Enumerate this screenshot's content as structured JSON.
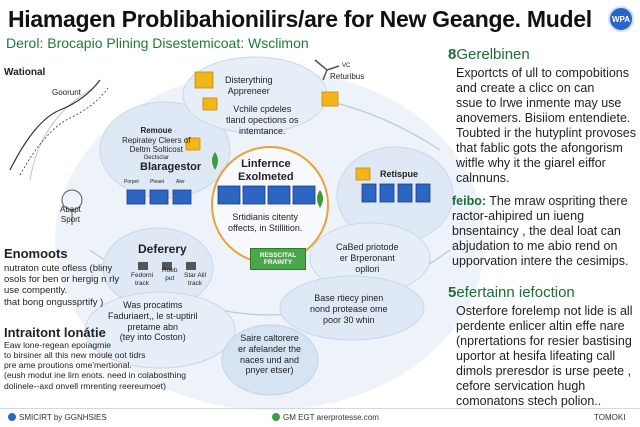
{
  "header": {
    "title": "Hiamagen Problibahionilirs/are for New Geange. Mudel",
    "subtitle": "Derol: Brocapio Plining Disestemicoat: Wsclimon",
    "logo_text": "WPA"
  },
  "diagram": {
    "wational_label": "Wational",
    "goorunt_label": "Goorunt",
    "abapt_sport_label": [
      "Abapt",
      "Sport"
    ],
    "disterything": [
      "Disterything",
      "Appreneer"
    ],
    "returibus_label": "Returibus",
    "vc_label": "VC",
    "vchile_text": [
      "Vchile cpdeles",
      "tland opections os",
      "intemtance."
    ],
    "remoue_bubble": [
      "Remoue",
      "Repiratey Cleers of",
      "Deltm Solticost",
      "Gectsclar"
    ],
    "blaragestor_label": "Blaragestor",
    "blaragestor_items": [
      "Porpet",
      "Pleaet",
      "Aler"
    ],
    "center_title": [
      "Linfernce",
      "Exolmeted"
    ],
    "center_text": [
      "Srtidianis citenty",
      "offects, in Stillition."
    ],
    "green_box": [
      "RESSCITAL",
      "FRAINTY"
    ],
    "retispue_label": "Retispue",
    "deferery_label": "Deferery",
    "deferery_items": [
      "Fedorni",
      "Roeb",
      "Star Alil"
    ],
    "deferery_items_2": [
      "track",
      "put",
      "track"
    ],
    "cabed_text": [
      "CaBed priotode",
      "er Brperonant",
      "opllori"
    ],
    "was_text": [
      "Was procatims",
      "Faduriaert,, le st-uptiril",
      "pretame abn",
      "(tey into Coston)"
    ],
    "base_text": [
      "Base rtiecy pinen",
      "nond protease ome",
      "poor 30 whin"
    ],
    "saire_text": [
      "Saire caltorere",
      "er afelander the",
      "naces und and",
      "pnyer etser)"
    ]
  },
  "left": {
    "enomoots_heading": "Enomoots",
    "enomoots_lines": [
      "nutraton cute ofless (bliny",
      "osols for ben or hergig n rly",
      "use compently.",
      "that bong ongussprtify )"
    ],
    "intraitont_heading": "Intraitont lonátie",
    "intraitont_lines": [
      "Eaw lone-regean epoiagmie",
      "to birsiner all this new moule oot tidrs",
      "pre ame proutions ome'mertional.",
      "(eush modut ine lim enots. need in colabosthing",
      "dolinele--axd onvell rmrenting reereumoet)"
    ]
  },
  "right": {
    "section1_num": "8",
    "section1_heading": "Gerelbinen",
    "section1_lines": [
      "Exportcts of ull to compobitions",
      "and create a clicc on can",
      "ssue to lrwe inmente may use",
      "anovemers. Bisiiom entendiete.",
      "Toubted ir the hutyplint provoses",
      "that fablic gots the afongorism",
      "witfle why it the giarel eiffor",
      "calnnuns."
    ],
    "section2_heading": "feibo:",
    "section2_lines": [
      "The mraw ospriting there",
      "ractor-ahipired un iueng",
      "bnsentaincy , the deal loat can",
      "abjudation to me abio rend on",
      "upporvation intere the cesimips."
    ],
    "section3_num": "5",
    "section3_heading": "efertainn iefoction",
    "section3_lines": [
      "Osterfore forelemp not lide is all",
      "perdente enlicer altin effe nare",
      "(nprertations for resier bastising",
      "uportor at hesifa lifeating call",
      "dimols preresdor is urse peete ,",
      "cefore servication hugh",
      "comonatons stech polion.."
    ]
  },
  "footer": {
    "left": "SMICIRT by GGNHSIES",
    "center": "GM EGT arerprotesse.com",
    "right": "TOMOKI"
  },
  "colors": {
    "accent_green": "#1f6b3a",
    "accent_blue": "#2d66c2",
    "bubble_fill": "#dfe9f5",
    "center_border": "#e8a23a"
  }
}
